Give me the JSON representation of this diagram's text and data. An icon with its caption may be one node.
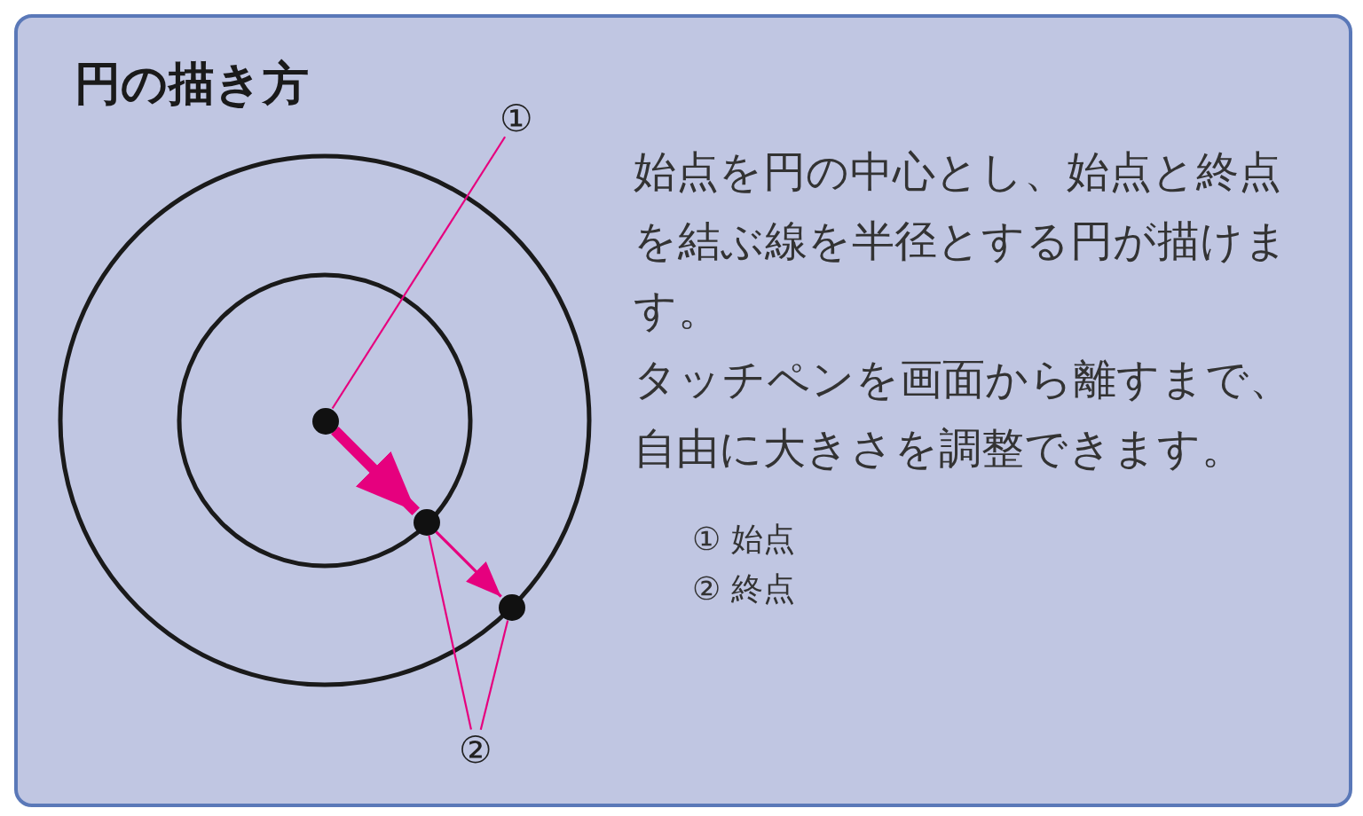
{
  "diagram": {
    "title": "円の描き方",
    "nodes": [
      {
        "text": [
          "①"
        ]
      },
      {
        "text": [],
        "shape": "circle"
      },
      {
        "text": [],
        "shape": "circle"
      },
      {
        "text": [],
        "shape": "circle"
      },
      {
        "text": [
          "②"
        ]
      }
    ],
    "edges": [
      {
        "from": 0,
        "to": 1,
        "arrow": "none"
      },
      {
        "from": 1,
        "to": 2,
        "arrow": "to",
        "style": "thick"
      },
      {
        "from": 2,
        "to": 3,
        "arrow": "to"
      },
      {
        "from": 4,
        "to": 2,
        "arrow": "none"
      },
      {
        "from": 4,
        "to": 3,
        "arrow": "none"
      }
    ],
    "labels": [
      "始点を円の中心とし、始点と終点を結ぶ線を半径とする円が描けます。",
      "タッチペンを画面から離すまで、自由に大きさを調整できます。",
      "① 始点",
      "② 終点"
    ]
  }
}
